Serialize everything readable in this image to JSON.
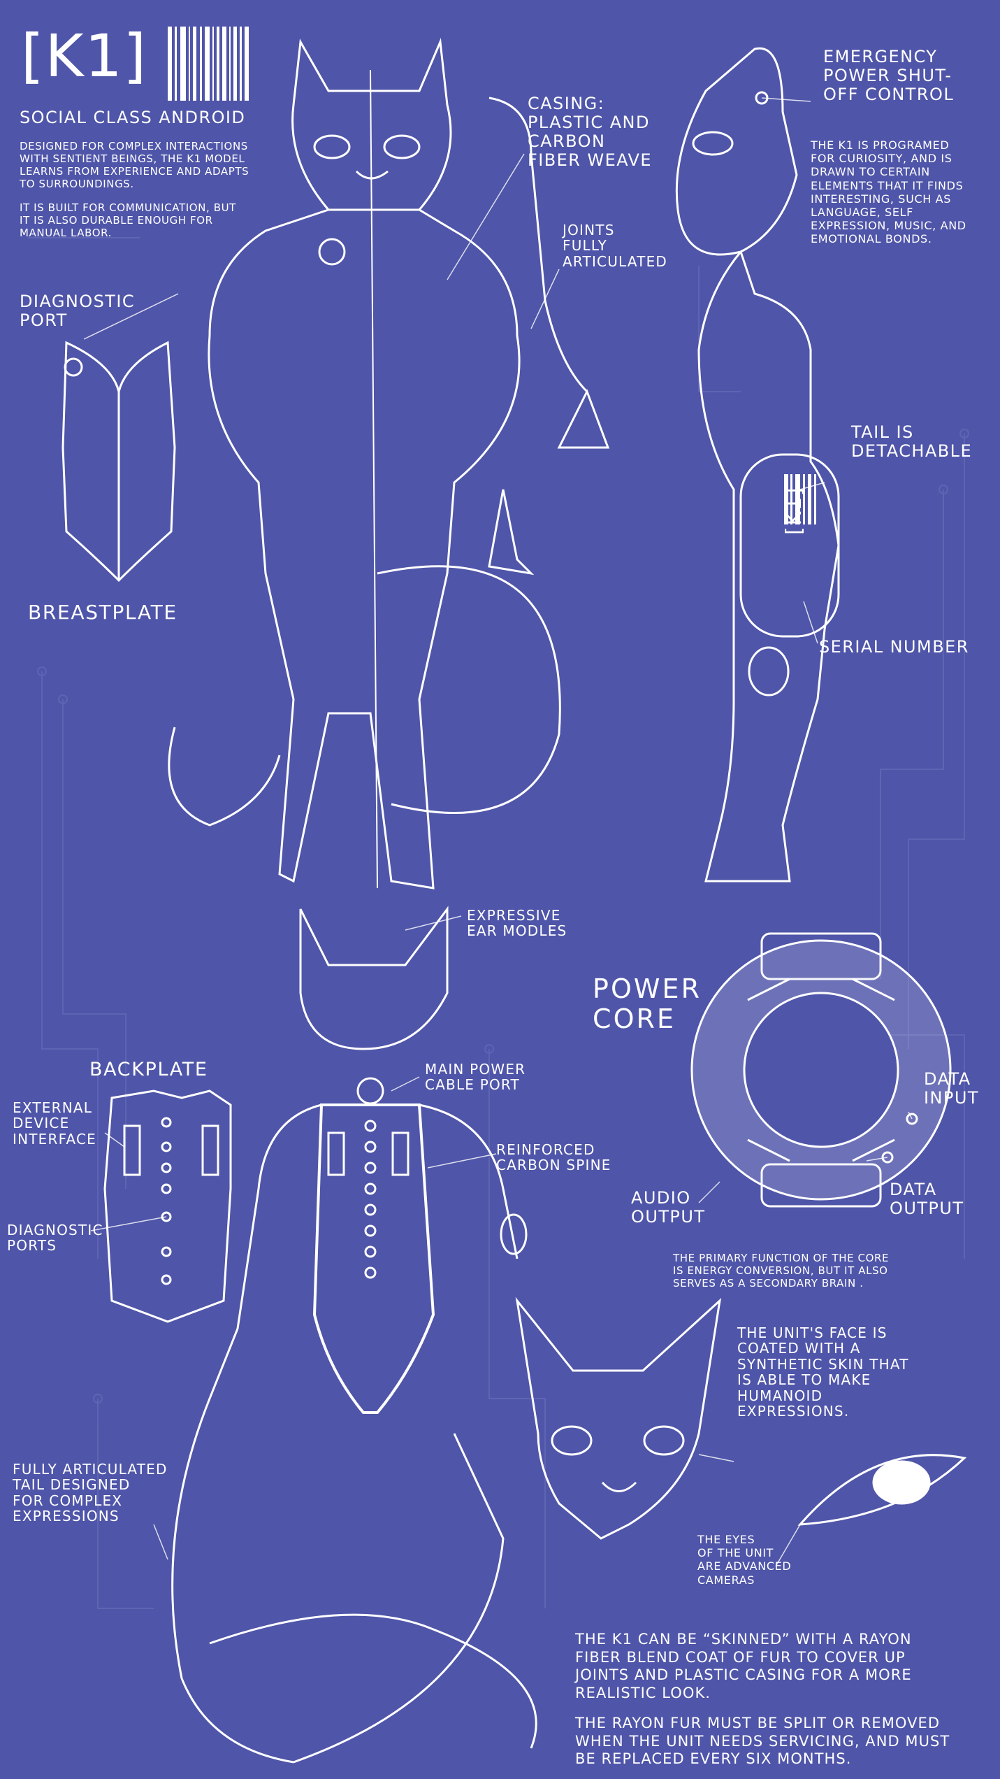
{
  "header": {
    "logo": "[K1]",
    "subtitle": "Social Class Android",
    "intro_1": "Designed for complex interactions\nwith sentient beings, the K1 model\nlearns from experience and adapts\nto surroundings.",
    "intro_2": "It is built for communication, but\nit is also durable enough for\nmanual labor."
  },
  "callouts": {
    "diagnostic_port": "Diagnostic\nport",
    "breastplate": "Breastplate",
    "casing": "Casing:\nPlastic and\ncarbon\nfiber weave",
    "joints": "Joints\nfully\narticulated",
    "emergency": "Emergency\nPower shut-\noff control",
    "curiosity": "The K1 is programed\nfor curiosity, and is\ndrawn to certain\nelements that it finds\ninteresting, such as\nlanguage, self\nexpression, music, and\nemotional bonds.",
    "tail_detachable": "Tail is\ndetachable",
    "serial_number": "Serial number",
    "serial_mark": "[K1]",
    "expressive_ears": "Expressive\near modles",
    "backplate": "Backplate",
    "main_power": "Main power\nCable Port",
    "external_device": "External\ndevice\ninterface",
    "reinforced_spine": "Reinforced\ncarbon spine",
    "diagnostic_ports": "Diagnostic\nports",
    "power_core": "Power\ncore",
    "data_input": "Data\ninput",
    "data_output": "Data\nOutput",
    "audio_output": "Audio\noutput",
    "core_desc": "The primary function of the core\nis energy conversion, but it also\nserves as a secondary brain .",
    "face_desc": "The Unit's face is\ncoated with a\nsynthetic skin that\nis able to make\nhumanoid\nexpressions.",
    "eyes_desc": "The eyes\nof the unit\nare advanced\ncameras",
    "tail_articulated": "Fully articulated\ntail designed\nfor complex\nexpressions",
    "skin_1": "The K1 can be “skinned” with a rayon\nfiber blend coat of fur to cover up\njoints and plastic casing for a more\nrealistic look.",
    "skin_2": "The rayon fur must be split or removed\nwhen the unit needs servicing, and must\nbe replaced every six months."
  },
  "colors": {
    "background": "#4f55a8",
    "line": "#ffffff",
    "circuit": "#6b72bc",
    "fill": "#d9dcf2"
  }
}
